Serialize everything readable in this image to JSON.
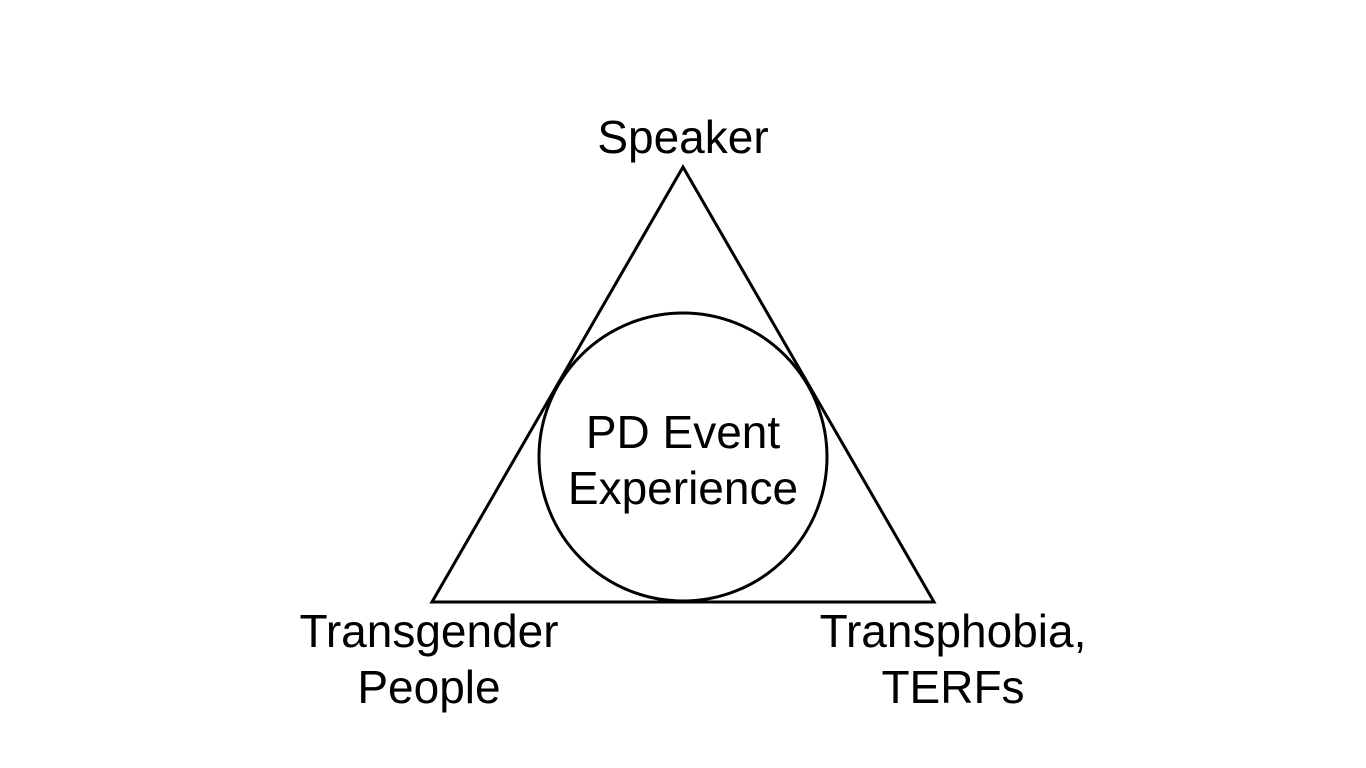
{
  "diagram": {
    "stroke_color": "#000000",
    "background_color": "#ffffff",
    "top_vertex": {
      "label": "Speaker"
    },
    "bottom_left_vertex": {
      "label_line1": "Transgender",
      "label_line2": "People"
    },
    "bottom_right_vertex": {
      "label_line1": "Transphobia,",
      "label_line2": "TERFs"
    },
    "center": {
      "label_line1": "PD Event",
      "label_line2": "Experience"
    }
  }
}
